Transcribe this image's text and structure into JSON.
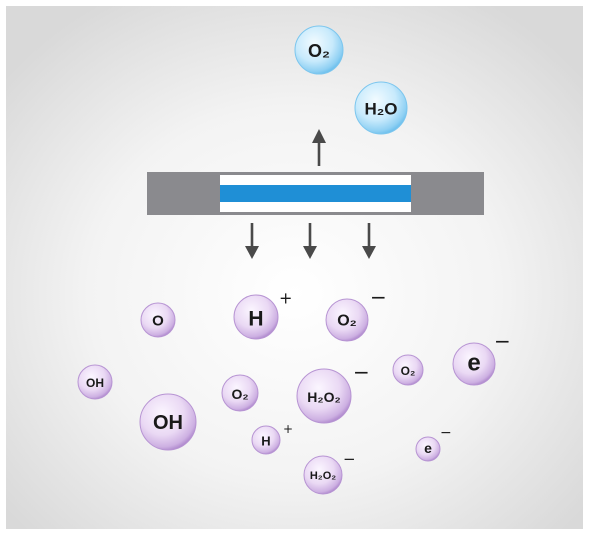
{
  "upper_molecules": [
    {
      "id": "o2-top",
      "label": "O₂",
      "palette": "blue"
    },
    {
      "id": "h2o-top",
      "label": "H₂O",
      "palette": "blue"
    }
  ],
  "lower_particles": [
    {
      "id": "o",
      "label": "O",
      "charge": "",
      "palette": "purple"
    },
    {
      "id": "h-plus-large",
      "label": "H",
      "charge": "+",
      "palette": "purple"
    },
    {
      "id": "o2-minus",
      "label": "O₂",
      "charge": "−",
      "palette": "purple"
    },
    {
      "id": "o2-small",
      "label": "O₂",
      "charge": "",
      "palette": "purple"
    },
    {
      "id": "e-minus-large",
      "label": "e",
      "charge": "−",
      "palette": "purple"
    },
    {
      "id": "oh-small",
      "label": "OH",
      "charge": "",
      "palette": "purple"
    },
    {
      "id": "oh-large",
      "label": "OH",
      "charge": "",
      "palette": "purple"
    },
    {
      "id": "o2-mid",
      "label": "O₂",
      "charge": "",
      "palette": "purple"
    },
    {
      "id": "h2o2-minus-large",
      "label": "H₂O₂",
      "charge": "−",
      "palette": "purple"
    },
    {
      "id": "h-plus-small",
      "label": "H",
      "charge": "+",
      "palette": "purple"
    },
    {
      "id": "e-minus-small",
      "label": "e",
      "charge": "−",
      "palette": "purple"
    },
    {
      "id": "h2o2-minus-small",
      "label": "H₂O₂",
      "charge": "−",
      "palette": "purple"
    }
  ],
  "membrane": {
    "frame_color": "#8a8a8e",
    "core_color": "#1f8fd6",
    "gap_color": "#ffffff"
  },
  "colors": {
    "background_center": "#ffffff",
    "background_edge": "#dcdcdc",
    "arrow": "#4a4a4a",
    "blue_bubble_highlight": "#f2fbff",
    "blue_bubble_mid": "#bfe6fb",
    "blue_bubble_rim": "#5fb8ea",
    "purple_bubble_highlight": "#fbf6ff",
    "purple_bubble_mid": "#e2cdef",
    "purple_bubble_rim": "#a57cc6"
  }
}
